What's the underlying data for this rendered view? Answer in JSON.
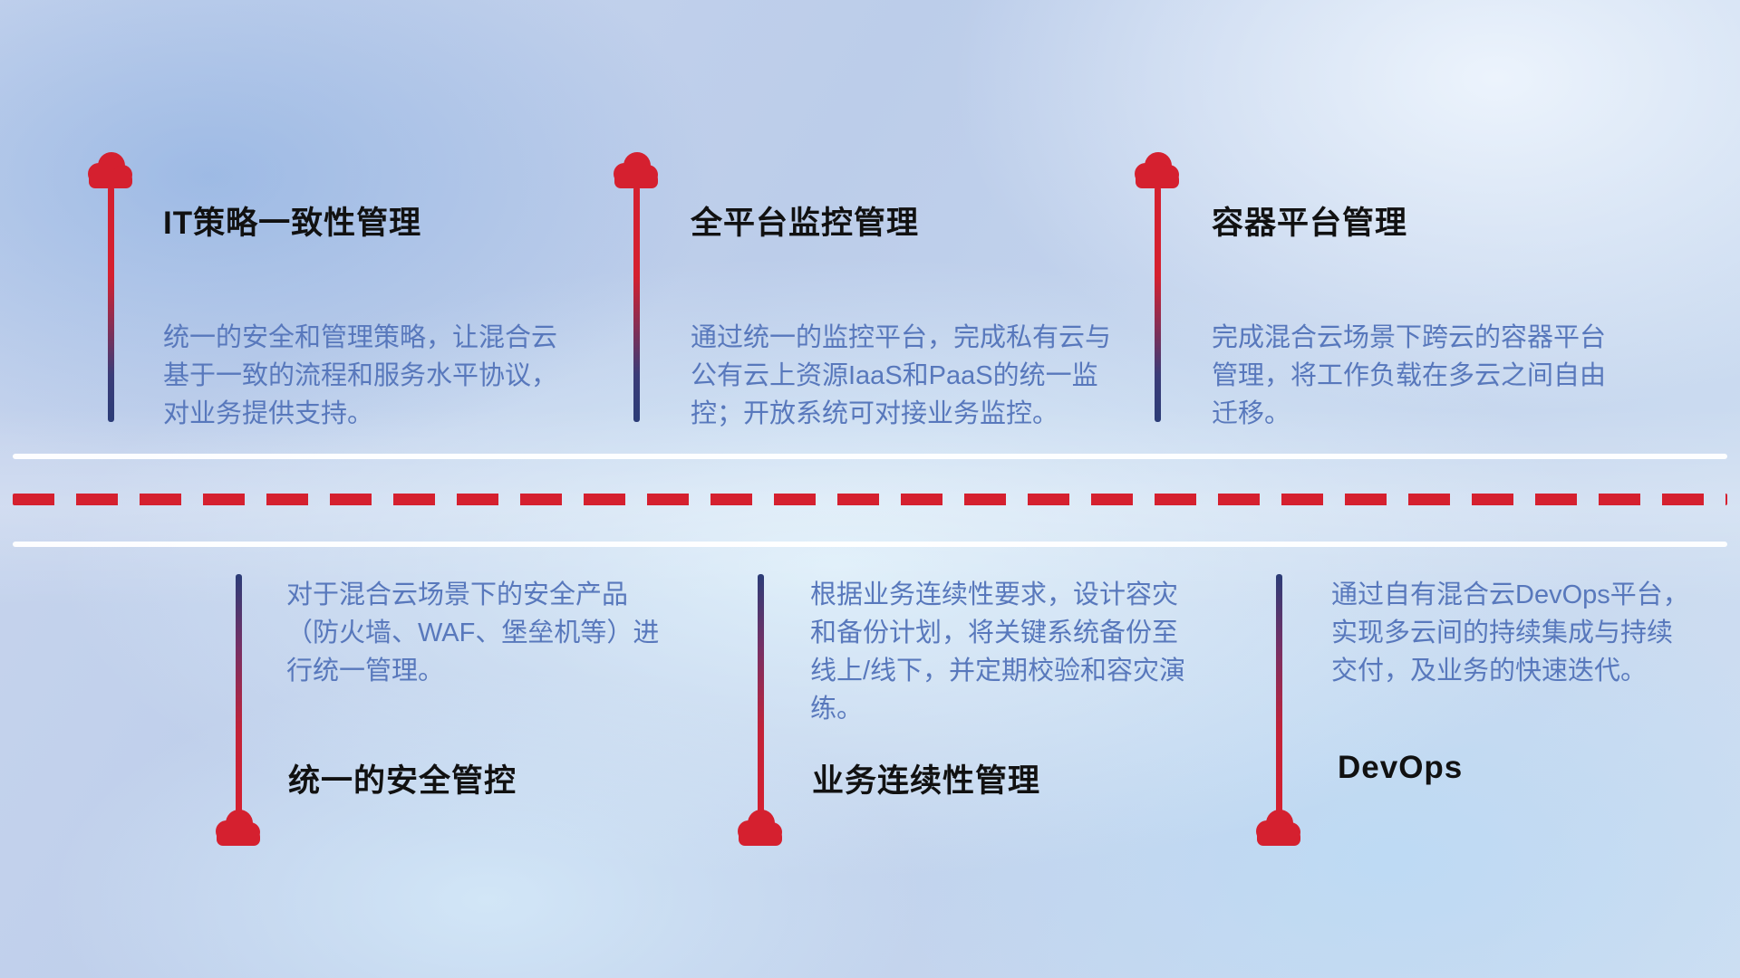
{
  "colors": {
    "accent_red": "#d5202f",
    "dark_blue": "#2b3c77",
    "title_text": "#111111",
    "desc_text": "#5878bc",
    "road_white": "#ffffff"
  },
  "top_items": [
    {
      "title": "IT策略一致性管理",
      "desc": "统一的安全和管理策略，让混合云基于一致的流程和服务水平协议，对业务提供支持。"
    },
    {
      "title": "全平台监控管理",
      "desc": "通过统一的监控平台，完成私有云与公有云上资源IaaS和PaaS的统一监控；开放系统可对接业务监控。"
    },
    {
      "title": "容器平台管理",
      "desc": "完成混合云场景下跨云的容器平台管理，将工作负载在多云之间自由迁移。"
    }
  ],
  "bottom_items": [
    {
      "title": "统一的安全管控",
      "desc": "对于混合云场景下的安全产品（防火墙、WAF、堡垒机等）进行统一管理。"
    },
    {
      "title": "业务连续性管理",
      "desc": "根据业务连续性要求，设计容灾和备份计划，将关键系统备份至线上/线下，并定期校验和容灾演练。"
    },
    {
      "title": "DevOps",
      "desc": "通过自有混合云DevOps平台，实现多云间的持续集成与持续交付，及业务的快速迭代。"
    }
  ]
}
